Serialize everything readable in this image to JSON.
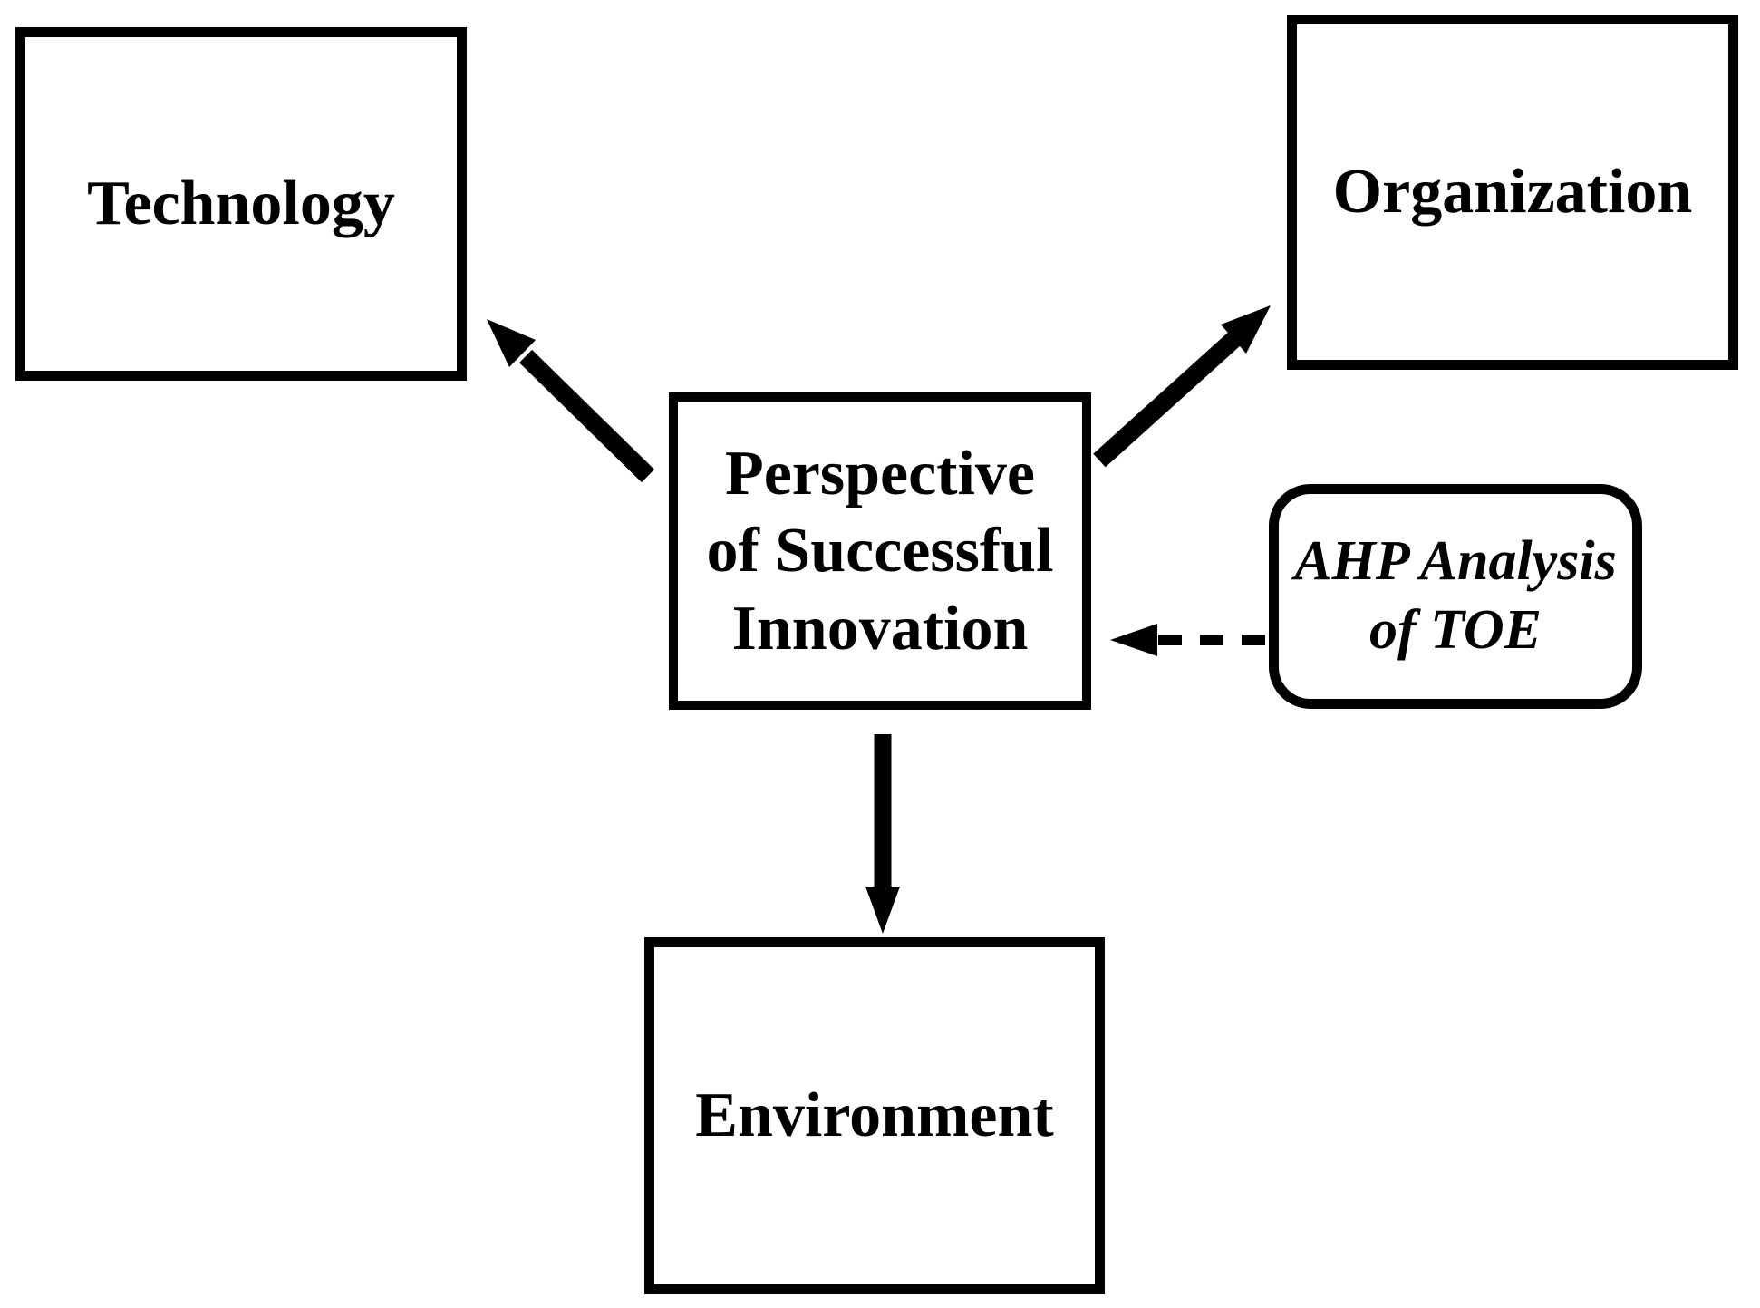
{
  "colors": {
    "ink": "#000000",
    "background": "#ffffff"
  },
  "boxes": {
    "technology": {
      "label": "Technology"
    },
    "organization": {
      "label": "Organization"
    },
    "perspective": {
      "label": "Perspective\nof Successful\nInnovation"
    },
    "ahp": {
      "label": "AHP Analysis\nof TOE"
    },
    "environment": {
      "label": "Environment"
    }
  },
  "arrows": [
    {
      "from": "Perspective of Successful Innovation",
      "to": "Technology",
      "style": "solid"
    },
    {
      "from": "Perspective of Successful Innovation",
      "to": "Organization",
      "style": "solid"
    },
    {
      "from": "Perspective of Successful Innovation",
      "to": "Environment",
      "style": "solid"
    },
    {
      "from": "AHP Analysis of TOE",
      "to": "Perspective of Successful Innovation",
      "style": "dashed"
    }
  ]
}
